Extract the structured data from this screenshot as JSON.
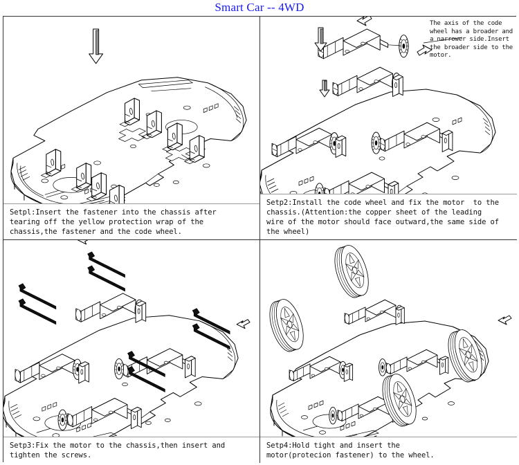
{
  "document": {
    "title": "Smart Car -- 4WD",
    "title_color": "#1a1aee",
    "panel_count": 4
  },
  "panels": [
    {
      "id": "step1",
      "position": "top-left",
      "caption": "Setpl:Insert the fastener into the chassis after\ntearing off the yellow protection wrap of the\nchassis,the fastener and the code wheel.",
      "illustration": {
        "name": "chassis-with-fasteners",
        "description": "Isometric acrylic chassis plate with eight upright fastener brackets placed on it",
        "arrow": "down-arrow"
      }
    },
    {
      "id": "step2",
      "position": "top-right",
      "caption": "Setp2:Install the code wheel and fix the motor  to the\nchassis.(Attention:the copper sheet of the leading\nwire of the motor should face outward,the same side of\nthe wheel)",
      "annotation": "The axis of the code\nwheel has a broader and\na narrower side.Insert\nthe broader side to the\nmotor.",
      "illustration": {
        "name": "chassis-with-motors-and-code-wheels",
        "description": "Four gear motors with code wheels mounted on chassis, plus detail inset of a motor and code wheel",
        "arrow": "down-arrow"
      }
    },
    {
      "id": "step3",
      "position": "bottom-left",
      "caption": "Setp3:Fix the motor to the chassis,then insert and\ntighten the screws.",
      "illustration": {
        "name": "chassis-with-screws",
        "description": "Eight long screws being inserted through the motor mounting brackets",
        "arrow": "diagonal-arrow"
      }
    },
    {
      "id": "step4",
      "position": "bottom-right",
      "caption": "Setp4:Hold tight and insert the\nmotor(protecion fastener) to the wheel.",
      "illustration": {
        "name": "chassis-with-wheels",
        "description": "Four spoked rubber wheels being attached to the motor axles of the assembled chassis",
        "arrow": "diagonal-arrow"
      }
    }
  ],
  "colors": {
    "title": "#1a1aee",
    "line": "#000000",
    "border": "#333333",
    "caption_rule": "#9a9a9a",
    "background": "#ffffff"
  }
}
